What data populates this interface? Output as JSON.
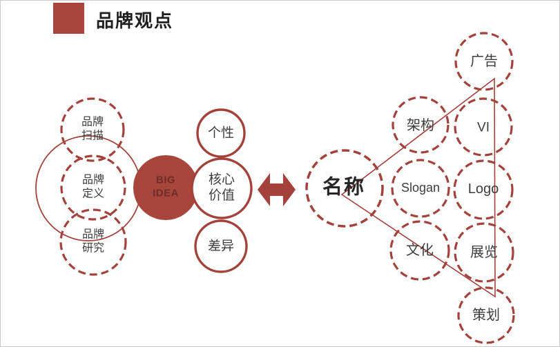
{
  "title": "品牌观点",
  "colors": {
    "accent_red": "#A3413A",
    "big_idea_fill": "#A8463D",
    "big_idea_text": "#6E2D27",
    "label_text": "#3D3D3D",
    "title_text": "#1F1F1F",
    "slide_border": "#C9C9C9"
  },
  "left_cluster": {
    "brand_scan": "品牌\n扫描",
    "brand_define": "品牌\n定义",
    "brand_research": "品牌\n研究",
    "big_idea": "BIG\nIDEA"
  },
  "middle_cluster": {
    "personality": "个性",
    "core_value": "核心\n价值",
    "difference": "差异"
  },
  "right_cluster": {
    "name": "名称",
    "ad": "广告",
    "structure": "架构",
    "vi": "VI",
    "slogan": "Slogan",
    "logo": "Logo",
    "culture": "文化",
    "exhibition": "展览",
    "planning": "策划"
  }
}
